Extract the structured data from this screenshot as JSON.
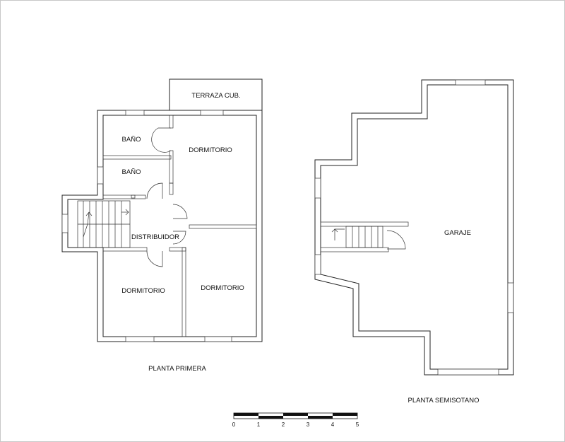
{
  "planta_primera": {
    "title": "PLANTA PRIMERA",
    "rooms": {
      "terraza": "TERRAZA CUB.",
      "bano_1": "BAÑO",
      "bano_2": "BAÑO",
      "dormitorio_1": "DORMITORIO",
      "distribuidor": "DISTRIBUIDOR",
      "dormitorio_2": "DORMITORIO",
      "dormitorio_3": "DORMITORIO"
    }
  },
  "planta_semisotano": {
    "title": "PLANTA SEMISOTANO",
    "rooms": {
      "garaje": "GARAJE"
    }
  },
  "scale_bar": {
    "labels": [
      "0",
      "1",
      "2",
      "3",
      "4",
      "5"
    ]
  }
}
